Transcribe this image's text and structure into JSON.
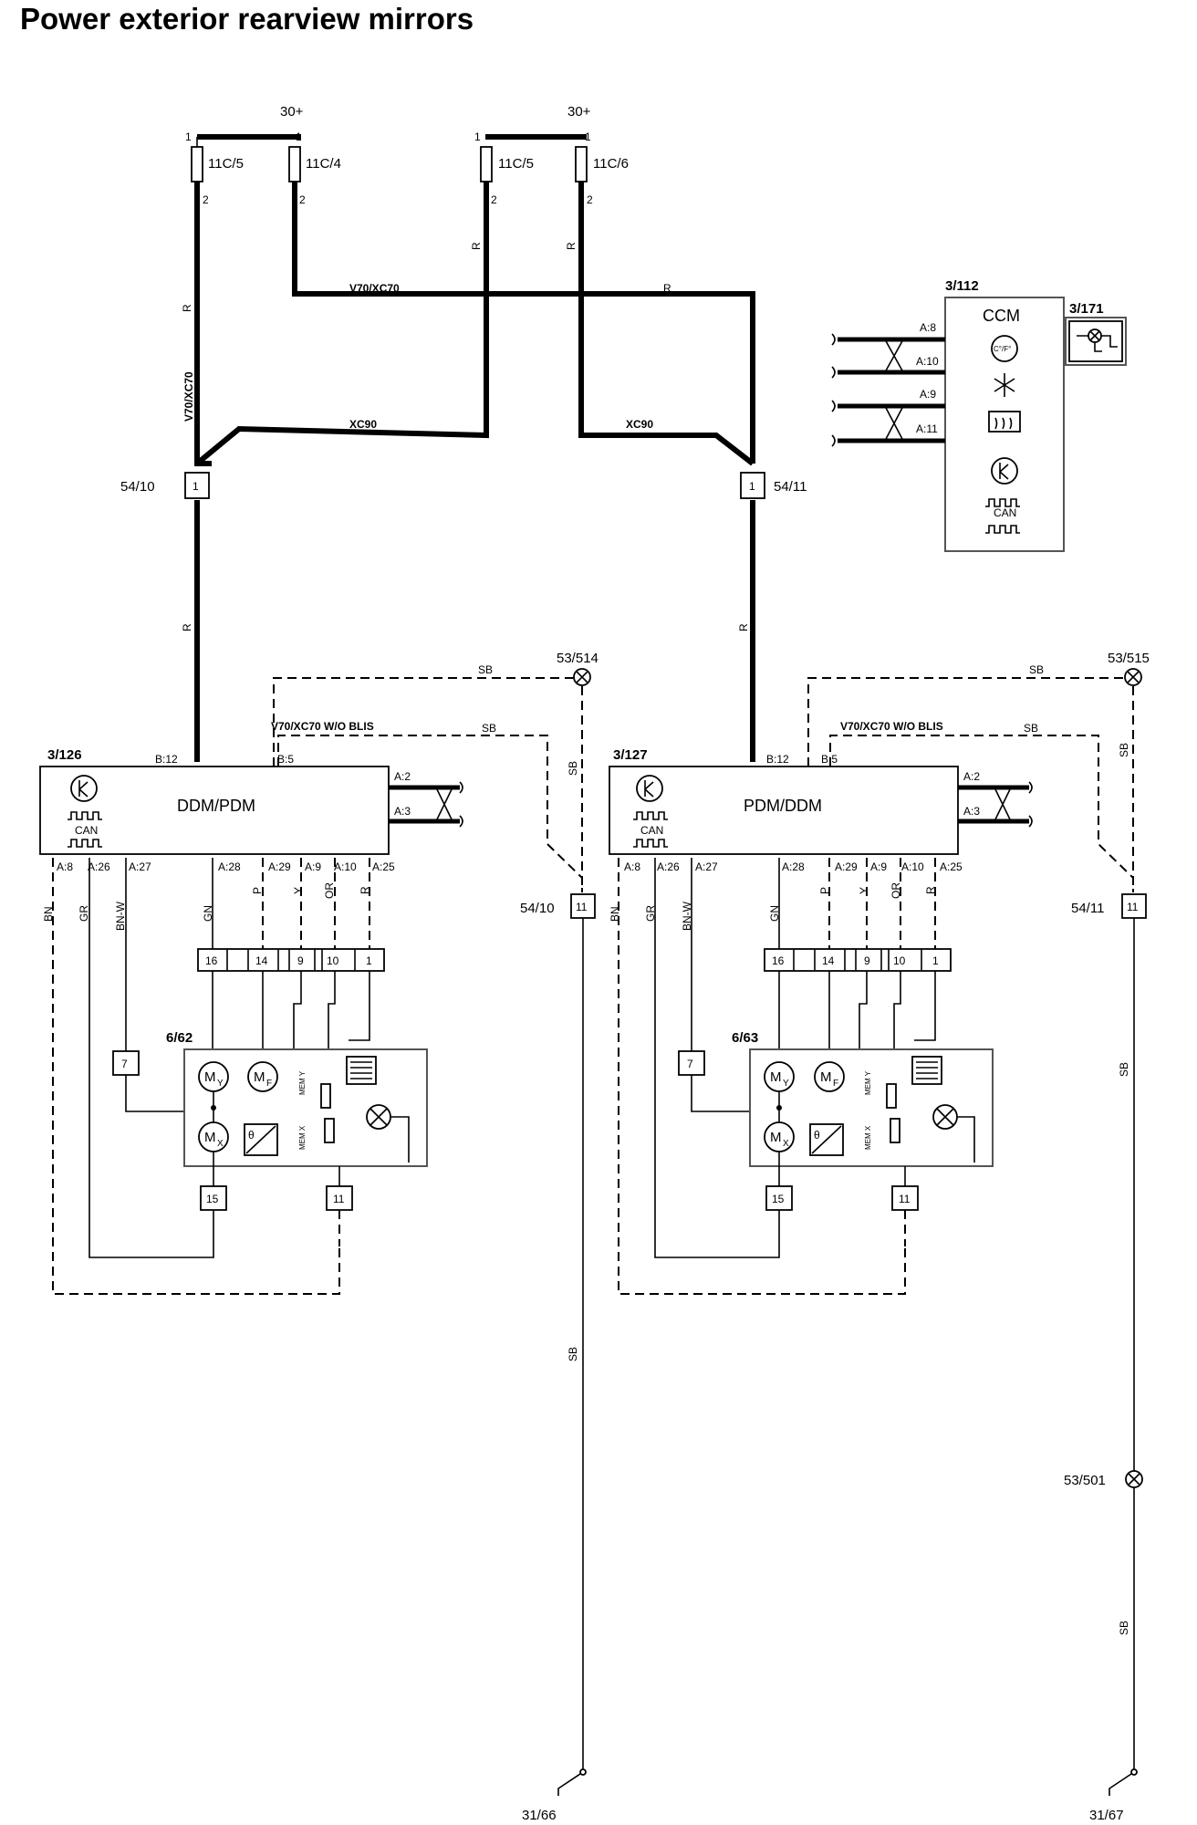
{
  "title": "Power exterior rearview mirrors",
  "supply": {
    "left": "30+",
    "right": "30+"
  },
  "fuses": {
    "f1": {
      "name": "11C/5",
      "pin_top": "1",
      "pin_bottom": "2"
    },
    "f2": {
      "name": "11C/4",
      "pin_top": "1",
      "pin_bottom": "2"
    },
    "f3": {
      "name": "11C/5",
      "pin_top": "1",
      "pin_bottom": "2"
    },
    "f4": {
      "name": "11C/6",
      "pin_top": "1",
      "pin_bottom": "2"
    }
  },
  "wire_labels": {
    "r_left_vertical": "R",
    "v70_left_vertical": "V70/XC70",
    "v70_horizontal": "V70/XC70",
    "r_horizontal": "R",
    "r_f3": "R",
    "r_f4": "R",
    "xc90_left": "XC90",
    "xc90_right": "XC90",
    "r_left_lower": "R",
    "r_right_lower": "R"
  },
  "connectors": {
    "c5410_top": {
      "id": "54/10",
      "pin": "1"
    },
    "c5411_top": {
      "id": "54/11",
      "pin": "1"
    },
    "c5410_mid": {
      "id": "54/10",
      "pin": "11"
    },
    "c5411_mid": {
      "id": "54/11",
      "pin": "11"
    }
  },
  "ccm": {
    "id": "3/112",
    "name": "CCM",
    "pins": [
      "A:8",
      "A:10",
      "A:9",
      "A:11"
    ],
    "sensor_id": "3/171",
    "temp_icon": "C°/F°",
    "can": "CAN"
  },
  "grounds": {
    "g514": "53/514",
    "g515": "53/515",
    "g501": "53/501",
    "e3166": "31/66",
    "e3167": "31/67"
  },
  "modules": {
    "left": {
      "id": "3/126",
      "name": "DDM/PDM",
      "can": "CAN",
      "pin_b12": "B:12",
      "pin_b5": "B:5",
      "pin_a2": "A:2",
      "pin_a3": "A:3",
      "bottom_pins": [
        "A:8",
        "A:26",
        "A:27",
        "A:28",
        "A:29",
        "A:9",
        "A:10",
        "A:25"
      ],
      "dashed_label": "V70/XC70 W/O BLIS",
      "sb_top": "SB",
      "sb_inner": "SB"
    },
    "right": {
      "id": "3/127",
      "name": "PDM/DDM",
      "can": "CAN",
      "pin_b12": "B:12",
      "pin_b5": "B:5",
      "pin_a2": "A:2",
      "pin_a3": "A:3",
      "bottom_pins": [
        "A:8",
        "A:26",
        "A:27",
        "A:28",
        "A:29",
        "A:9",
        "A:10",
        "A:25"
      ],
      "dashed_label": "V70/XC70 W/O BLIS",
      "sb_top": "SB",
      "sb_inner": "SB"
    }
  },
  "wire_colors": [
    "BN",
    "GR",
    "BN-W",
    "GN",
    "P",
    "Y",
    "OR",
    "R"
  ],
  "mirror_connector_pins": [
    "16",
    "14",
    "9",
    "10",
    "1"
  ],
  "mirrors": {
    "left": {
      "id": "6/62",
      "pin7": "7",
      "pin15": "15",
      "pin11": "11"
    },
    "right": {
      "id": "6/63",
      "pin7": "7",
      "pin15": "15",
      "pin11": "11"
    }
  },
  "mirror_symbols": {
    "my": "M",
    "my_sub": "Y",
    "mf": "M",
    "mf_sub": "F",
    "mx": "M",
    "mx_sub": "X",
    "theta": "θ",
    "mem_y": "MEM Y",
    "mem_x": "MEM X"
  },
  "sb_labels": {
    "sb_left_vertical": "SB",
    "sb_right_upper": "SB",
    "sb_right_mid": "SB",
    "sb_right_lower": "SB",
    "sb_bottom_left": "SB",
    "sb_right_top": "SB"
  }
}
